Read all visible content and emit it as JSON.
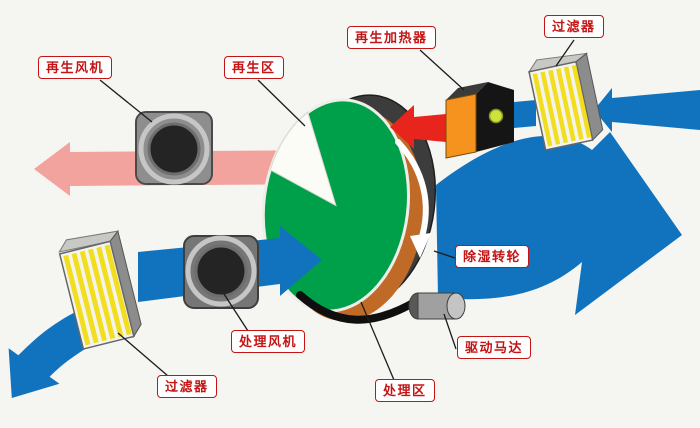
{
  "diagram": {
    "labels": {
      "regen_fan": "再生风机",
      "regen_zone": "再生区",
      "regen_heater": "再生加热器",
      "filter_top": "过滤器",
      "dehumid_rotor": "除湿转轮",
      "process_fan": "处理风机",
      "filter_bottom": "过滤器",
      "process_zone": "处理区",
      "drive_motor": "驱动马达"
    },
    "colors": {
      "process_air_blue": "#1173be",
      "regen_exhaust_pink": "#f2a39e",
      "hot_air_red": "#e8251c",
      "rotor_green": "#00a04a",
      "heater_orange": "#f6921e",
      "filter_yellow": "#f2de1f",
      "label_red": "#c41414"
    }
  }
}
